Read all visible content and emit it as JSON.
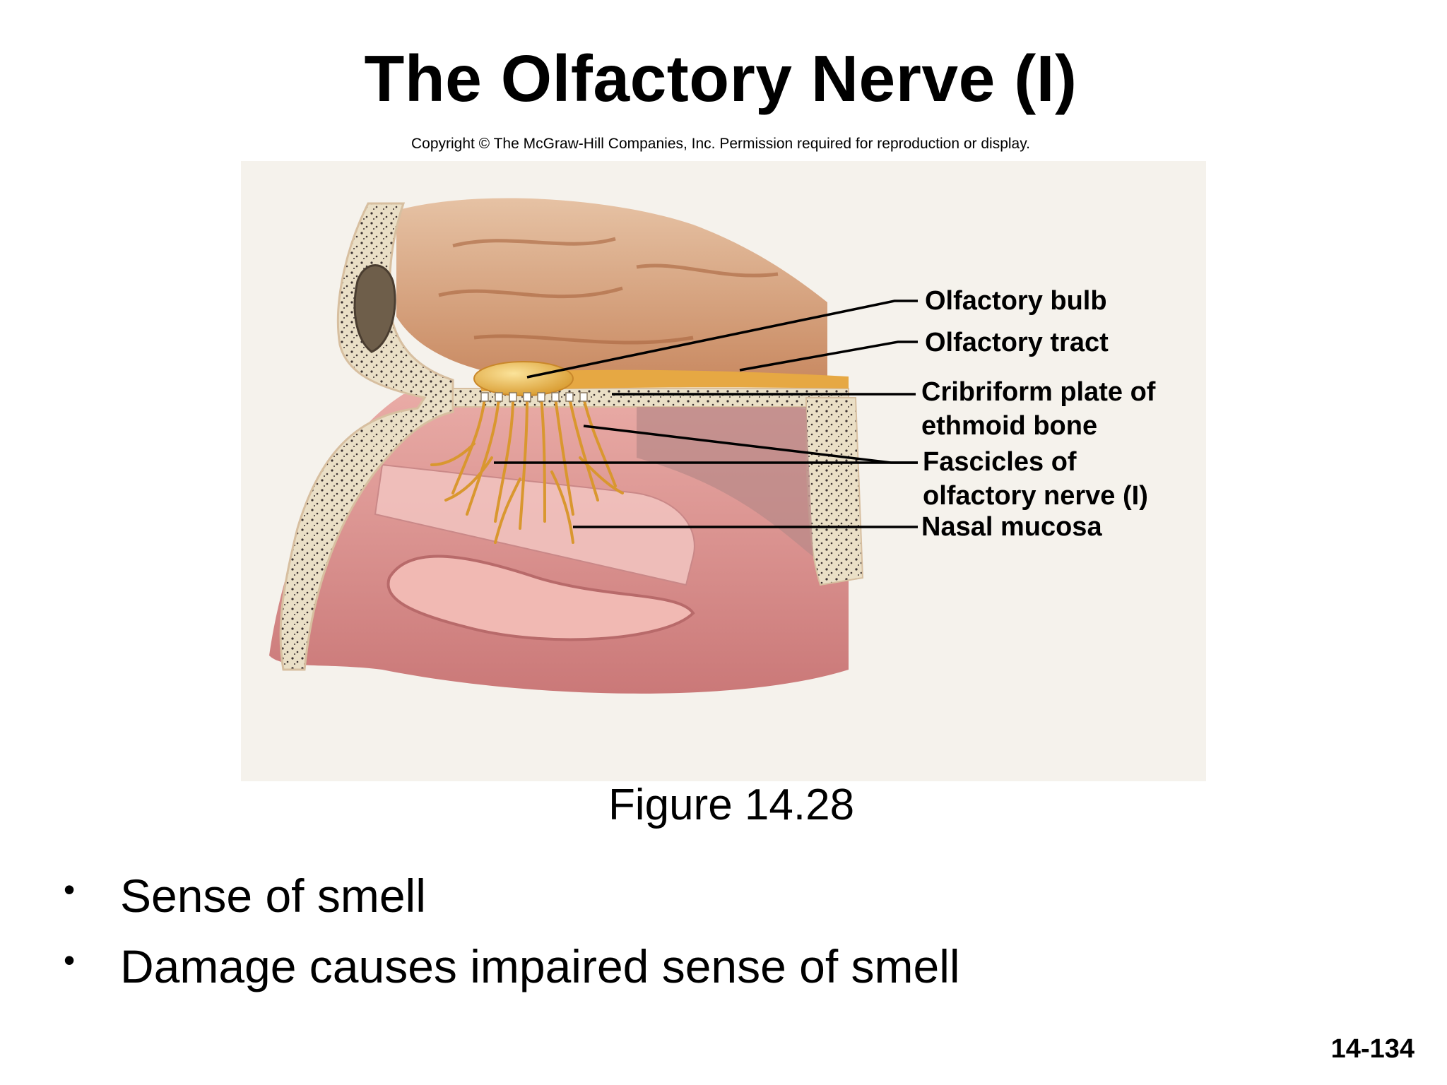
{
  "slide": {
    "title": "The Olfactory Nerve (I)",
    "copyright": "Copyright © The McGraw-Hill Companies, Inc. Permission required for reproduction or display.",
    "figure_caption": "Figure 14.28",
    "slide_number": "14-134"
  },
  "diagram": {
    "labels": {
      "olfactory_bulb": "Olfactory bulb",
      "olfactory_tract": "Olfactory tract",
      "cribriform_1": "Cribriform plate of",
      "cribriform_2": "ethmoid bone",
      "fascicles_1": "Fascicles of",
      "fascicles_2": "olfactory nerve (I)",
      "nasal_mucosa": "Nasal mucosa"
    }
  },
  "bullets": [
    "Sense of smell",
    "Damage causes impaired sense of smell"
  ],
  "colors": {
    "panel_background": "#f5f2ec",
    "brain": "#d8a07a",
    "bone": "#ece1c8",
    "nerve": "#e3a33b",
    "mucosa": "#d88c8c"
  }
}
